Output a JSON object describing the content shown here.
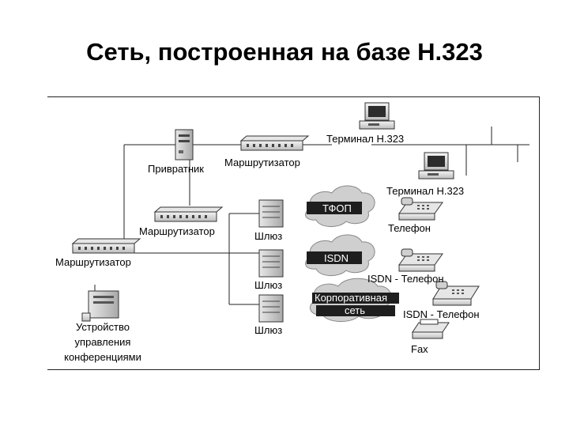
{
  "title": "Сеть, построенная на базе H.323",
  "labels": {
    "terminal1": "Терминал H.323",
    "terminal2": "Терминал H.323",
    "gatekeeper": "Привратник",
    "router_top": "Маршрутизатор",
    "router_mid": "Маршрутизатор",
    "router_left": "Маршрутизатор",
    "gateway1": "Шлюз",
    "gateway2": "Шлюз",
    "gateway3": "Шлюз",
    "pstn": "ТФОП",
    "isdn": "ISDN",
    "corporate_line1": "Корпоративная",
    "corporate_line2": "сеть",
    "phone": "Телефон",
    "isdn_phone1": "ISDN - Телефон",
    "isdn_phone2": "ISDN - Телефон",
    "fax": "Fax",
    "mcu_line1": "Устройство",
    "mcu_line2": "управления",
    "mcu_line3": "конференциями"
  }
}
